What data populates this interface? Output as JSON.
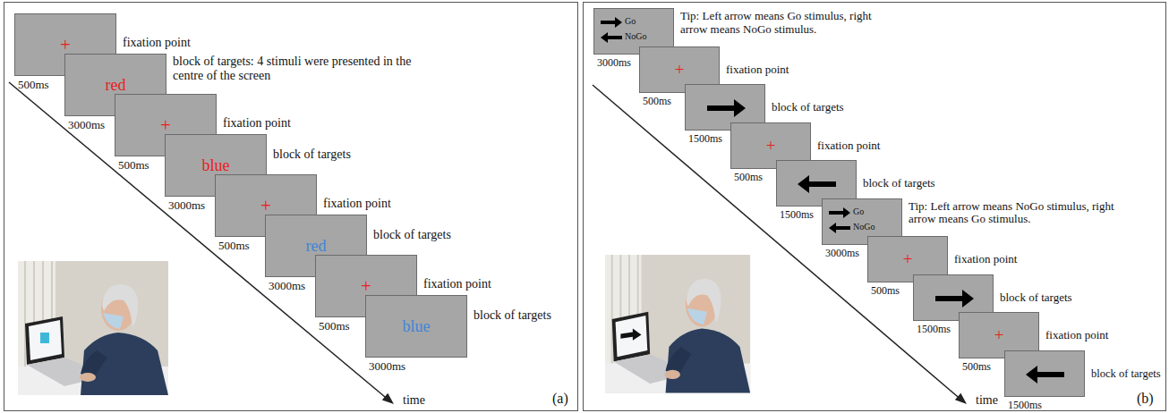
{
  "diagram": {
    "nodes": [
      {
        "text": [
          "(a)"
        ]
      },
      {
        "text": [
          "+",
          "fixation point",
          "500ms"
        ],
        "in": 0
      },
      {
        "text": [
          "red",
          "block of targets: 4 stimuli were presented in the centre of the screen",
          "3000ms"
        ],
        "in": 0
      },
      {
        "text": [
          "+",
          "fixation point",
          "500ms"
        ],
        "in": 0
      },
      {
        "text": [
          "blue",
          "block of targets",
          "3000ms"
        ],
        "in": 0
      },
      {
        "text": [
          "+",
          "fixation point",
          "500ms"
        ],
        "in": 0
      },
      {
        "text": [
          "red",
          "block of targets",
          "3000ms"
        ],
        "in": 0
      },
      {
        "text": [
          "+",
          "fixation point",
          "500ms"
        ],
        "in": 0
      },
      {
        "text": [
          "blue",
          "block of targets",
          "3000ms"
        ],
        "in": 0
      },
      {
        "text": [
          "(b)"
        ]
      },
      {
        "text": [
          "Go",
          "NoGo",
          "Tip: Left arrow means Go stimulus, right arrow means NoGo stimulus.",
          "3000ms"
        ],
        "in": 9
      },
      {
        "text": [
          "+",
          "fixation point",
          "500ms"
        ],
        "in": 9
      },
      {
        "text": [
          "block of targets",
          "1500ms"
        ],
        "in": 9
      },
      {
        "text": [
          "+",
          "fixation point",
          "500ms"
        ],
        "in": 9
      },
      {
        "text": [
          "block of targets",
          "1500ms"
        ],
        "in": 9
      },
      {
        "text": [
          "Go",
          "NoGo",
          "Tip: Left arrow means NoGo stimulus, right arrow means Go stimulus.",
          "3000ms"
        ],
        "in": 9
      },
      {
        "text": [
          "+",
          "fixation point",
          "500ms"
        ],
        "in": 9
      },
      {
        "text": [
          "block of targets",
          "1500ms"
        ],
        "in": 9
      },
      {
        "text": [
          "+",
          "fixation point",
          "500ms"
        ],
        "in": 9
      },
      {
        "text": [
          "block of targets",
          "1500ms"
        ],
        "in": 9
      }
    ],
    "labels": [
      "time",
      "time"
    ]
  }
}
